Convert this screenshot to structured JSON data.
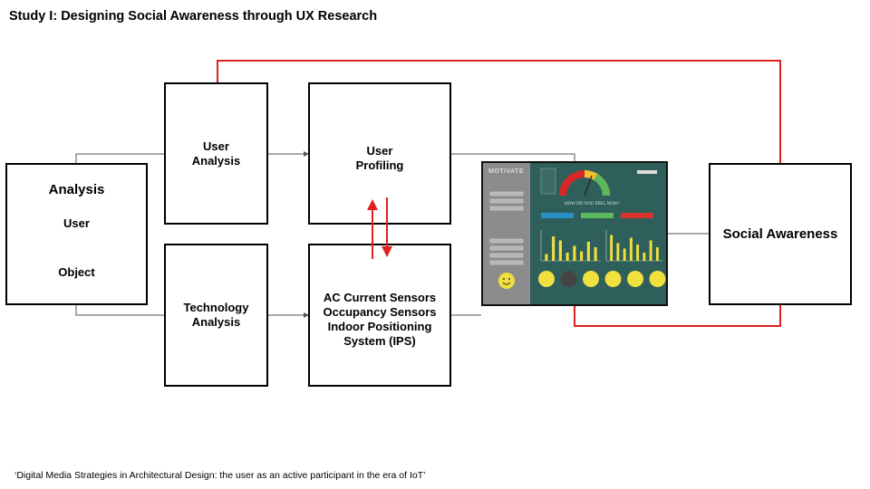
{
  "title": "Study I: Designing Social Awareness through UX Research",
  "footer": "‘Digital Media Strategies in Architectural Design: the user as an active participant in the era of IoT’",
  "analysis_box": {
    "title": "Analysis",
    "item1": "User",
    "item2": "Object"
  },
  "user_analysis_box": {
    "lines": [
      "User",
      "Analysis"
    ]
  },
  "technology_analysis_box": {
    "lines": [
      "Technology",
      "Analysis"
    ]
  },
  "user_profiling_box": {
    "lines": [
      "User",
      "Profiling"
    ]
  },
  "sensors_box": {
    "lines": [
      "AC Current Sensors",
      "Occupancy Sensors",
      "Indoor Positioning",
      "System (IPS)"
    ]
  },
  "social_awareness_box": {
    "label": "Social Awareness"
  },
  "dashboard": {
    "logo": "MOTIVATE",
    "question": "HOW DO YOU FEEL NOW?",
    "buttons": [
      "",
      "",
      ""
    ],
    "chart_left_values": [
      0.25,
      0.9,
      0.75,
      0.3,
      0.55,
      0.35,
      0.7,
      0.5
    ],
    "chart_right_values": [
      0.95,
      0.65,
      0.45,
      0.85,
      0.6,
      0.3,
      0.75,
      0.5
    ],
    "icons": [
      "car-icon",
      "plug-icon",
      "leaf-icon",
      "thermometer-icon",
      "pulse-icon",
      "people-icon"
    ]
  },
  "colors": {
    "accent_red": "#e02020",
    "dashboard_bg": "#2e5f5a",
    "dashboard_side": "#8c8c8c",
    "yellow": "#f0e040"
  }
}
